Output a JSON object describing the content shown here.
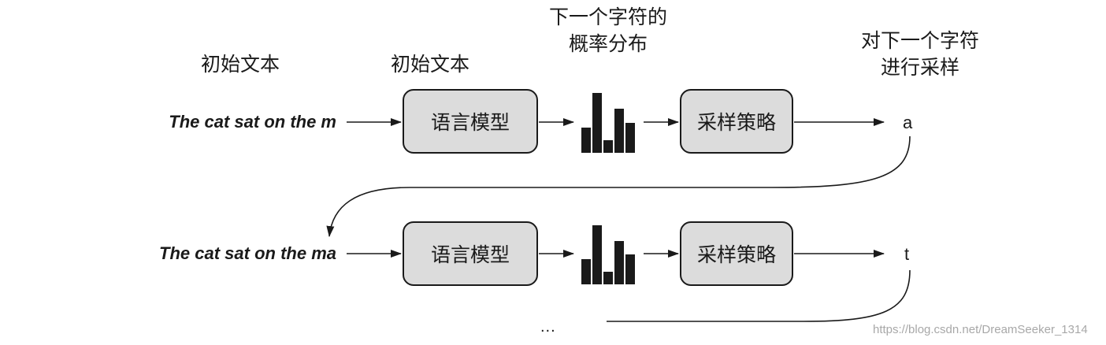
{
  "header": {
    "label_initial_text": "初始文本",
    "label_initial_text_2": "初始文本",
    "label_distribution_line1": "下一个字符的",
    "label_distribution_line2": "概率分布",
    "label_sample_line1": "对下一个字符",
    "label_sample_line2": "进行采样"
  },
  "rows": [
    {
      "input": "The cat sat on the m",
      "model": "语言模型",
      "strategy": "采样策略",
      "output": "a"
    },
    {
      "input": "The cat sat on the ma",
      "model": "语言模型",
      "strategy": "采样策略",
      "output": "t"
    }
  ],
  "continuation": "...",
  "watermark": "https://blog.csdn.net/DreamSeeker_1314",
  "colors": {
    "box_fill": "#dcdcdc",
    "stroke": "#1a1a1a",
    "bars": "#1a1a1a"
  }
}
